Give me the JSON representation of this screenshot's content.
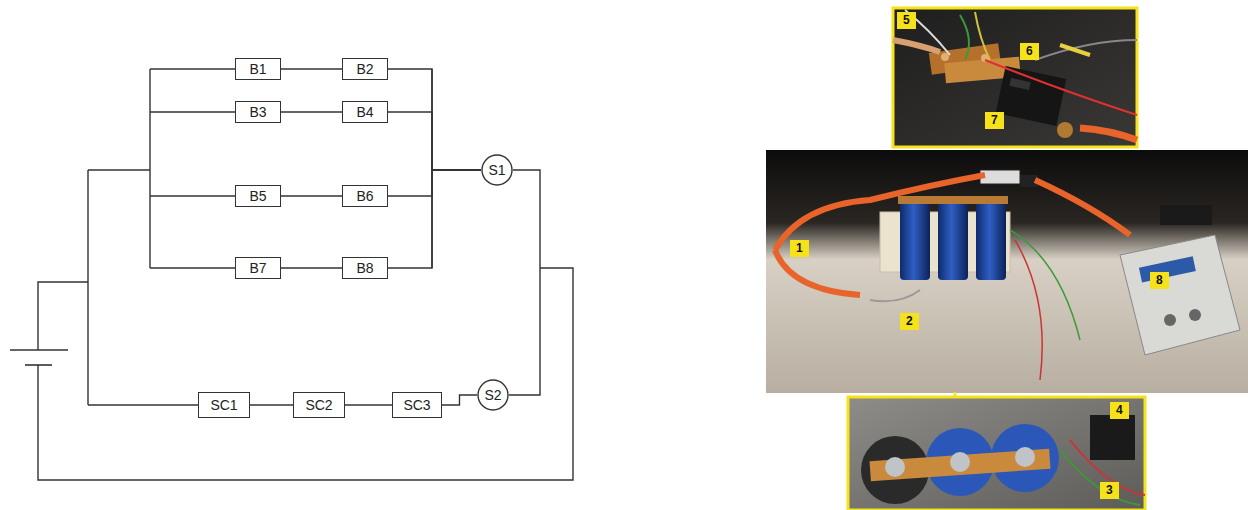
{
  "diagram": {
    "nodes": [
      {
        "text": [
          "B1"
        ]
      },
      {
        "text": [
          "B2"
        ]
      },
      {
        "text": [
          "B3"
        ]
      },
      {
        "text": [
          "B4"
        ]
      },
      {
        "text": [
          "B5"
        ]
      },
      {
        "text": [
          "B6"
        ]
      },
      {
        "text": [
          "B7"
        ]
      },
      {
        "text": [
          "B8"
        ]
      },
      {
        "text": [
          "S1"
        ]
      },
      {
        "text": [
          "SC1"
        ]
      },
      {
        "text": [
          "SC2"
        ]
      },
      {
        "text": [
          "SC3"
        ]
      },
      {
        "text": [
          "S2"
        ]
      }
    ],
    "edges": [
      {
        "from": 0,
        "to": 1,
        "arrow": "none"
      },
      {
        "from": 2,
        "to": 3,
        "arrow": "none"
      },
      {
        "from": 4,
        "to": 5,
        "arrow": "none"
      },
      {
        "from": 6,
        "to": 7,
        "arrow": "none"
      },
      {
        "from": 1,
        "to": 8,
        "arrow": "none"
      },
      {
        "from": 3,
        "to": 8,
        "arrow": "none"
      },
      {
        "from": 5,
        "to": 8,
        "arrow": "none"
      },
      {
        "from": 7,
        "to": 8,
        "arrow": "none"
      },
      {
        "from": 8,
        "to": 12,
        "arrow": "none"
      },
      {
        "from": 9,
        "to": 10,
        "arrow": "none"
      },
      {
        "from": 10,
        "to": 11,
        "arrow": "none"
      },
      {
        "from": 11,
        "to": 12,
        "arrow": "none"
      }
    ],
    "labels": [
      "5",
      "6",
      "7",
      "1",
      "2",
      "8",
      "4",
      "3"
    ]
  }
}
